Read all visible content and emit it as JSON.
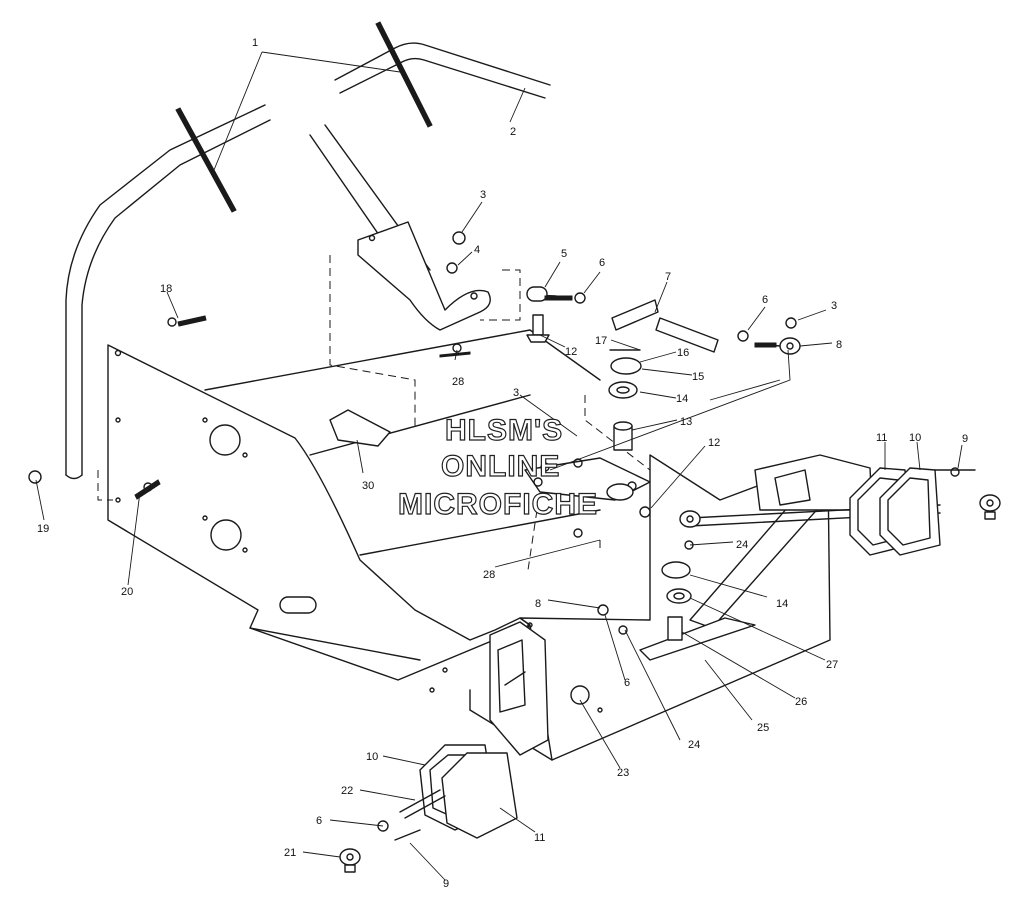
{
  "watermark": {
    "lines": [
      "HLSM'S",
      "ONLINE",
      "MICROFICHE"
    ]
  },
  "callouts": [
    {
      "id": "c1",
      "text": "1"
    },
    {
      "id": "c2",
      "text": "2"
    },
    {
      "id": "c3a",
      "text": "3"
    },
    {
      "id": "c3b",
      "text": "3"
    },
    {
      "id": "c3c",
      "text": "3"
    },
    {
      "id": "c4",
      "text": "4"
    },
    {
      "id": "c5",
      "text": "5"
    },
    {
      "id": "c6a",
      "text": "6"
    },
    {
      "id": "c6b",
      "text": "6"
    },
    {
      "id": "c6c",
      "text": "6"
    },
    {
      "id": "c6d",
      "text": "6"
    },
    {
      "id": "c7",
      "text": "7"
    },
    {
      "id": "c8a",
      "text": "8"
    },
    {
      "id": "c8b",
      "text": "8"
    },
    {
      "id": "c9a",
      "text": "9"
    },
    {
      "id": "c9b",
      "text": "9"
    },
    {
      "id": "c10a",
      "text": "10"
    },
    {
      "id": "c10b",
      "text": "10"
    },
    {
      "id": "c11a",
      "text": "11"
    },
    {
      "id": "c11b",
      "text": "11"
    },
    {
      "id": "c12a",
      "text": "12"
    },
    {
      "id": "c12b",
      "text": "12"
    },
    {
      "id": "c13",
      "text": "13"
    },
    {
      "id": "c14a",
      "text": "14"
    },
    {
      "id": "c14b",
      "text": "14"
    },
    {
      "id": "c15",
      "text": "15"
    },
    {
      "id": "c16",
      "text": "16"
    },
    {
      "id": "c17",
      "text": "17"
    },
    {
      "id": "c18",
      "text": "18"
    },
    {
      "id": "c19",
      "text": "19"
    },
    {
      "id": "c20",
      "text": "20"
    },
    {
      "id": "c21",
      "text": "21"
    },
    {
      "id": "c22",
      "text": "22"
    },
    {
      "id": "c23",
      "text": "23"
    },
    {
      "id": "c24a",
      "text": "24"
    },
    {
      "id": "c24b",
      "text": "24"
    },
    {
      "id": "c25",
      "text": "25"
    },
    {
      "id": "c26",
      "text": "26"
    },
    {
      "id": "c27",
      "text": "27"
    },
    {
      "id": "c28a",
      "text": "28"
    },
    {
      "id": "c28b",
      "text": "28"
    },
    {
      "id": "c30",
      "text": "30"
    }
  ]
}
